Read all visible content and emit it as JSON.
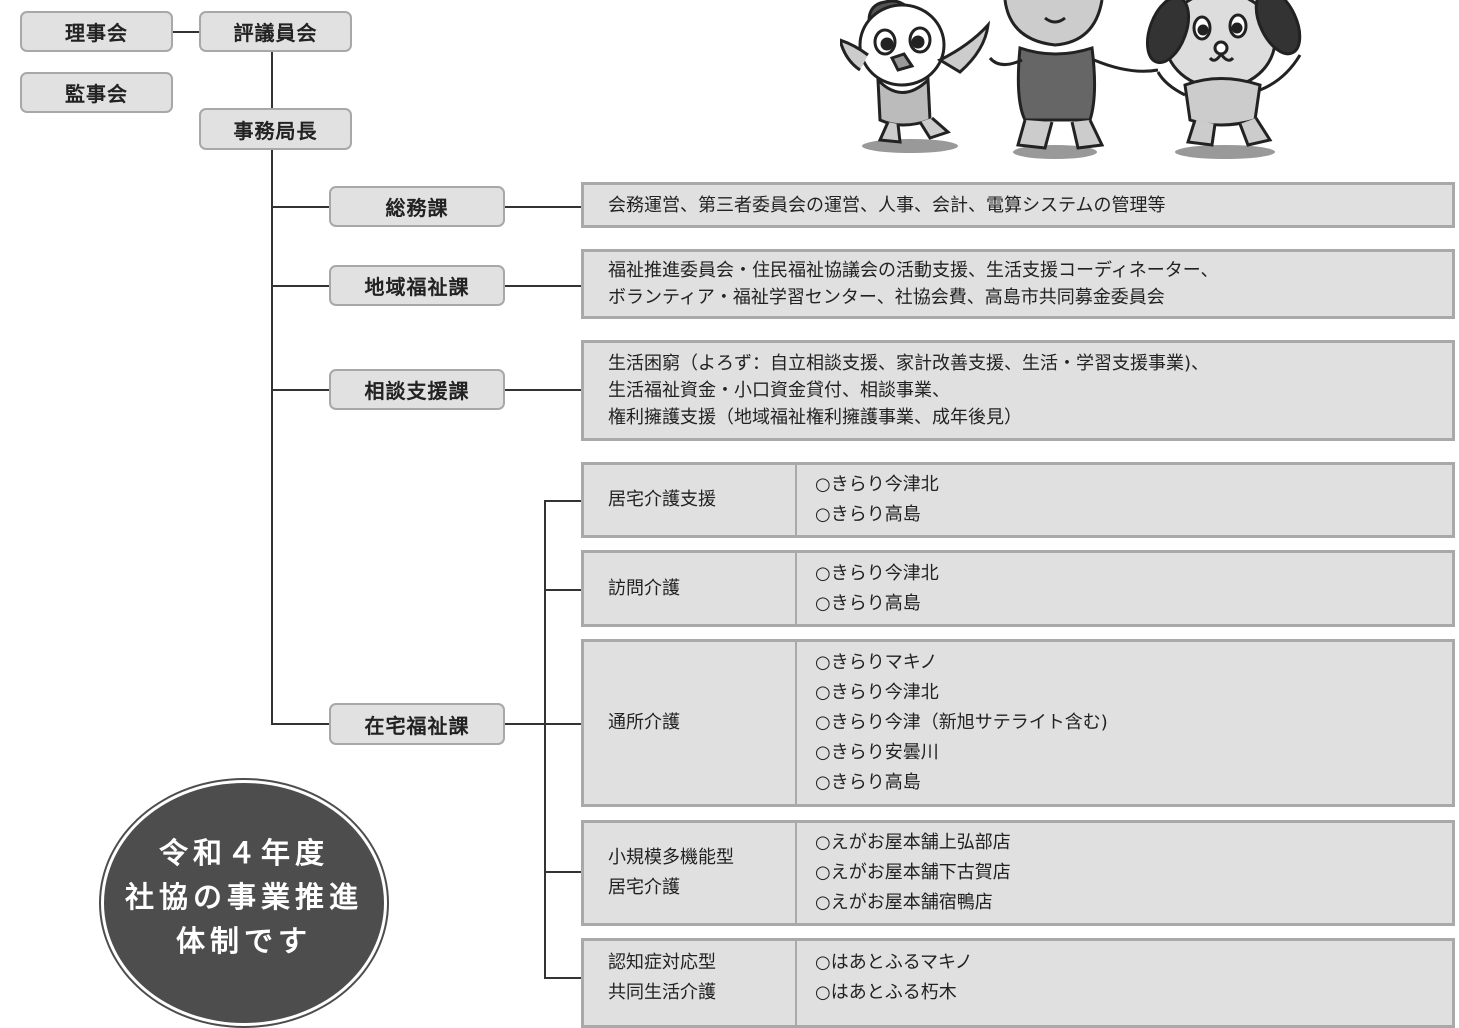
{
  "org": {
    "rijikai": "理事会",
    "hyogiinkai": "評議員会",
    "kanjikai": "監事会",
    "jimukyokucho": "事務局長"
  },
  "departments": [
    {
      "name": "総務課",
      "description": [
        "会務運営、第三者委員会の運営、人事、会計、電算システムの管理等"
      ]
    },
    {
      "name": "地域福祉課",
      "description": [
        "福祉推進委員会・住民福祉協議会の活動支援、生活支援コーディネーター、",
        "ボランティア・福祉学習センター、社協会費、高島市共同募金委員会"
      ]
    },
    {
      "name": "相談支援課",
      "description": [
        "生活困窮（よろず：自立相談支援、家計改善支援、生活・学習支援事業)、",
        "生活福祉資金・小口資金貸付、相談事業、",
        "権利擁護支援（地域福祉権利擁護事業、成年後見）"
      ]
    },
    {
      "name": "在宅福祉課"
    }
  ],
  "services": [
    {
      "name": [
        "居宅介護支援"
      ],
      "sites": [
        "○きらり今津北",
        "○きらり高島"
      ]
    },
    {
      "name": [
        "訪問介護"
      ],
      "sites": [
        "○きらり今津北",
        "○きらり高島"
      ]
    },
    {
      "name": [
        "通所介護"
      ],
      "sites": [
        "○きらりマキノ",
        "○きらり今津北",
        "○きらり今津（新旭サテライト含む)",
        "○きらり安曇川",
        "○きらり高島"
      ]
    },
    {
      "name": [
        "小規模多機能型",
        "居宅介護"
      ],
      "sites": [
        "○えがお屋本舗上弘部店",
        "○えがお屋本舗下古賀店",
        "○えがお屋本舗宿鴨店"
      ]
    },
    {
      "name": [
        "認知症対応型",
        "共同生活介護"
      ],
      "sites": [
        "○はあとふるマキノ",
        "○はあとふる朽木"
      ]
    }
  ],
  "badge": {
    "line1": "令和４年度",
    "line2": "社協の事業推進",
    "line3": "体制です"
  },
  "colors": {
    "box_fill": "#e0e0e0",
    "box_border": "#a9a9a9",
    "line": "#333333",
    "badge": "#4d4d4d"
  },
  "icons": [
    "mascot-bird-icon",
    "mascot-bear-icon",
    "mascot-dog-icon"
  ]
}
